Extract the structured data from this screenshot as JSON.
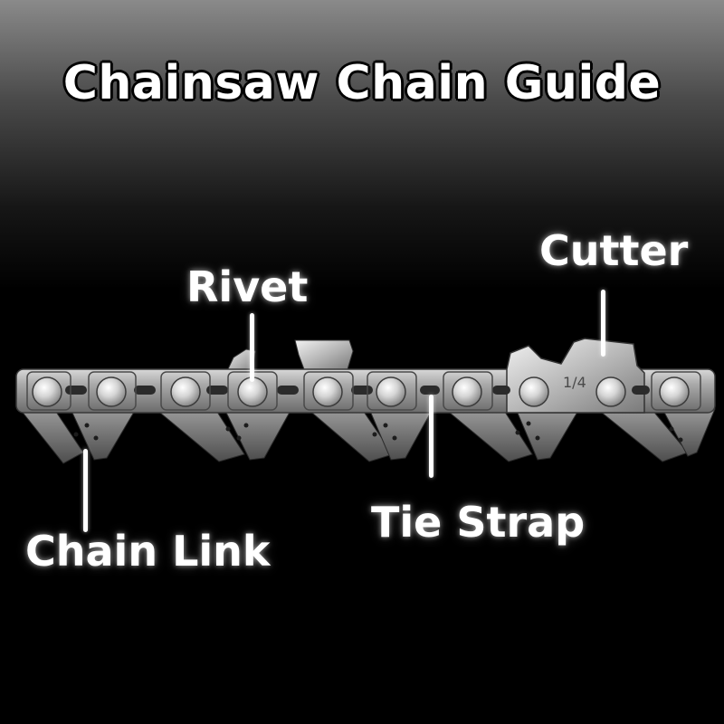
{
  "title": "Chainsaw Chain Guide",
  "labels": {
    "cutter": "Cutter",
    "rivet": "Rivet",
    "tie_strap": "Tie Strap",
    "chain_link": "Chain Link"
  },
  "cutter_marking": "1/4",
  "colors": {
    "background_top": "#8a8a8a",
    "background_bottom": "#000000",
    "metal_light": "#e6e6e6",
    "metal_mid": "#a8a8a8",
    "metal_dark": "#5a5a5a",
    "label_text": "#ffffff"
  }
}
